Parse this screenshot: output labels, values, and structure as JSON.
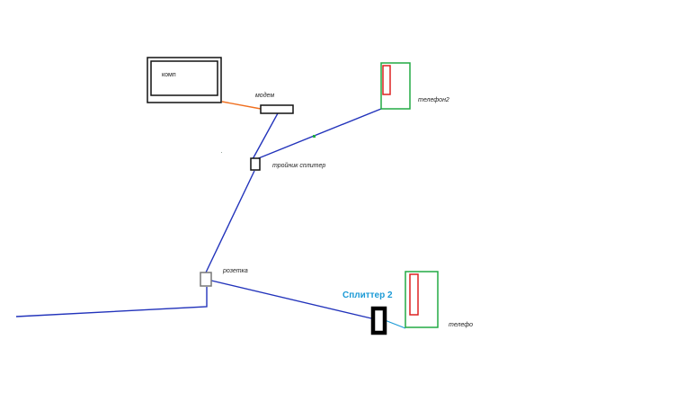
{
  "diagram": {
    "colors": {
      "cable": "#2233bb",
      "ethernet": "#f07020",
      "phone_body": "#22aa44",
      "handset": "#dd2222",
      "splitter2_label": "#1b9ad6",
      "splitter2_cable": "#1b9ad6"
    },
    "nodes": {
      "computer": {
        "label": "комп"
      },
      "modem": {
        "label": "модем"
      },
      "triple_splitter": {
        "label": "тройник сплитер"
      },
      "socket": {
        "label": "розетка"
      },
      "phone2": {
        "label": "телефон2"
      },
      "splitter2": {
        "label": "Сплиттер 2"
      },
      "phone": {
        "label": "телефо"
      }
    }
  }
}
